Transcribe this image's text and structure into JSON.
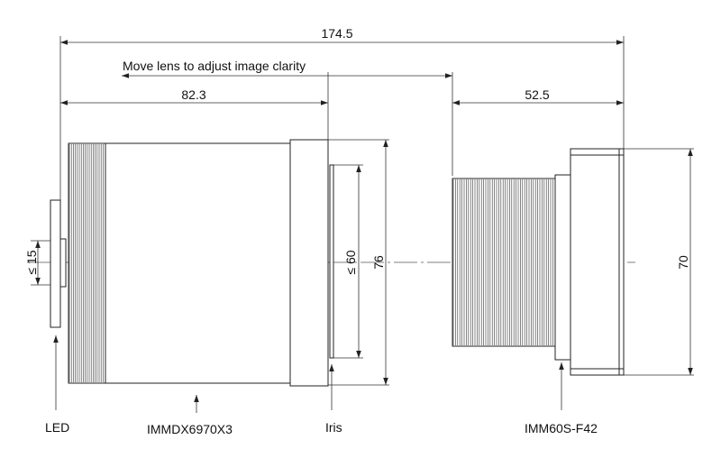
{
  "dimensions": {
    "total_length": "174.5",
    "lens_length": "82.3",
    "adapter_length": "52.5",
    "led_diameter": "≤ 15",
    "iris_diameter": "≤ 60",
    "lens_diameter": "76",
    "adapter_diameter": "70"
  },
  "annotation": {
    "adjust_note": "Move lens to adjust image clarity"
  },
  "labels": {
    "led": "LED",
    "lens": "IMMDX6970X3",
    "iris": "Iris",
    "adapter": "IMM60S-F42"
  }
}
